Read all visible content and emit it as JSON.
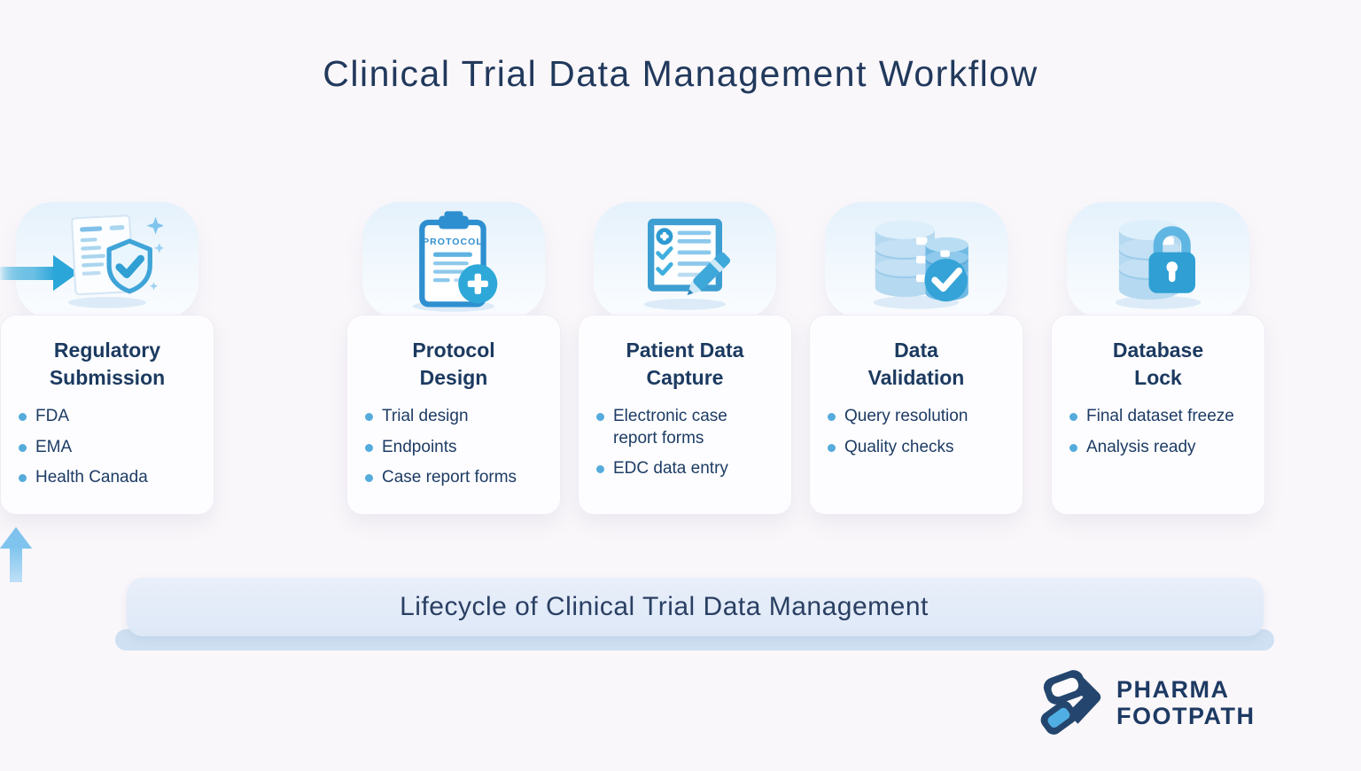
{
  "page": {
    "title": "Clinical Trial Data Management Workflow"
  },
  "stages": [
    {
      "name": "Protocol Design",
      "title_lines": [
        "Protocol",
        "Design"
      ],
      "icon": "protocol-clipboard-icon",
      "icon_text": "PROTOCOL",
      "bullets": [
        "Trial design",
        "Endpoints",
        "Case report forms"
      ]
    },
    {
      "name": "Patient Data Capture",
      "title_lines": [
        "Patient Data",
        "Capture"
      ],
      "icon": "case-report-form-icon",
      "bullets": [
        "Electronic case report forms",
        "EDC data entry"
      ]
    },
    {
      "name": "Data Validation",
      "title_lines": [
        "Data",
        "Validation"
      ],
      "icon": "database-check-icon",
      "bullets": [
        "Query resolution",
        "Quality checks"
      ]
    },
    {
      "name": "Database Lock",
      "title_lines": [
        "Database",
        "Lock"
      ],
      "icon": "database-lock-icon",
      "bullets": [
        "Final dataset freeze",
        "Analysis ready"
      ]
    },
    {
      "name": "Regulatory Submission",
      "title_lines": [
        "Regulatory",
        "Submission"
      ],
      "icon": "document-shield-icon",
      "bullets": [
        "FDA",
        "EMA",
        "Health Canada"
      ]
    }
  ],
  "lifecycle_bar": {
    "label": "Lifecycle of Clinical Trial Data Management"
  },
  "logo": {
    "line1": "PHARMA",
    "line2": "FOOTPATH"
  },
  "colors": {
    "background": "#faf7fa",
    "card_background": "#fdfdff",
    "heading_navy": "#21395c",
    "body_navy": "#1d3c64",
    "accent_blue": "#2ba6d9",
    "bullet_blue": "#55abdc",
    "up_arrow_blue": "#7fc4ee",
    "bar_blue": "#dde8f7",
    "logo_navy": "#24466e",
    "logo_light_blue": "#51aee4"
  }
}
